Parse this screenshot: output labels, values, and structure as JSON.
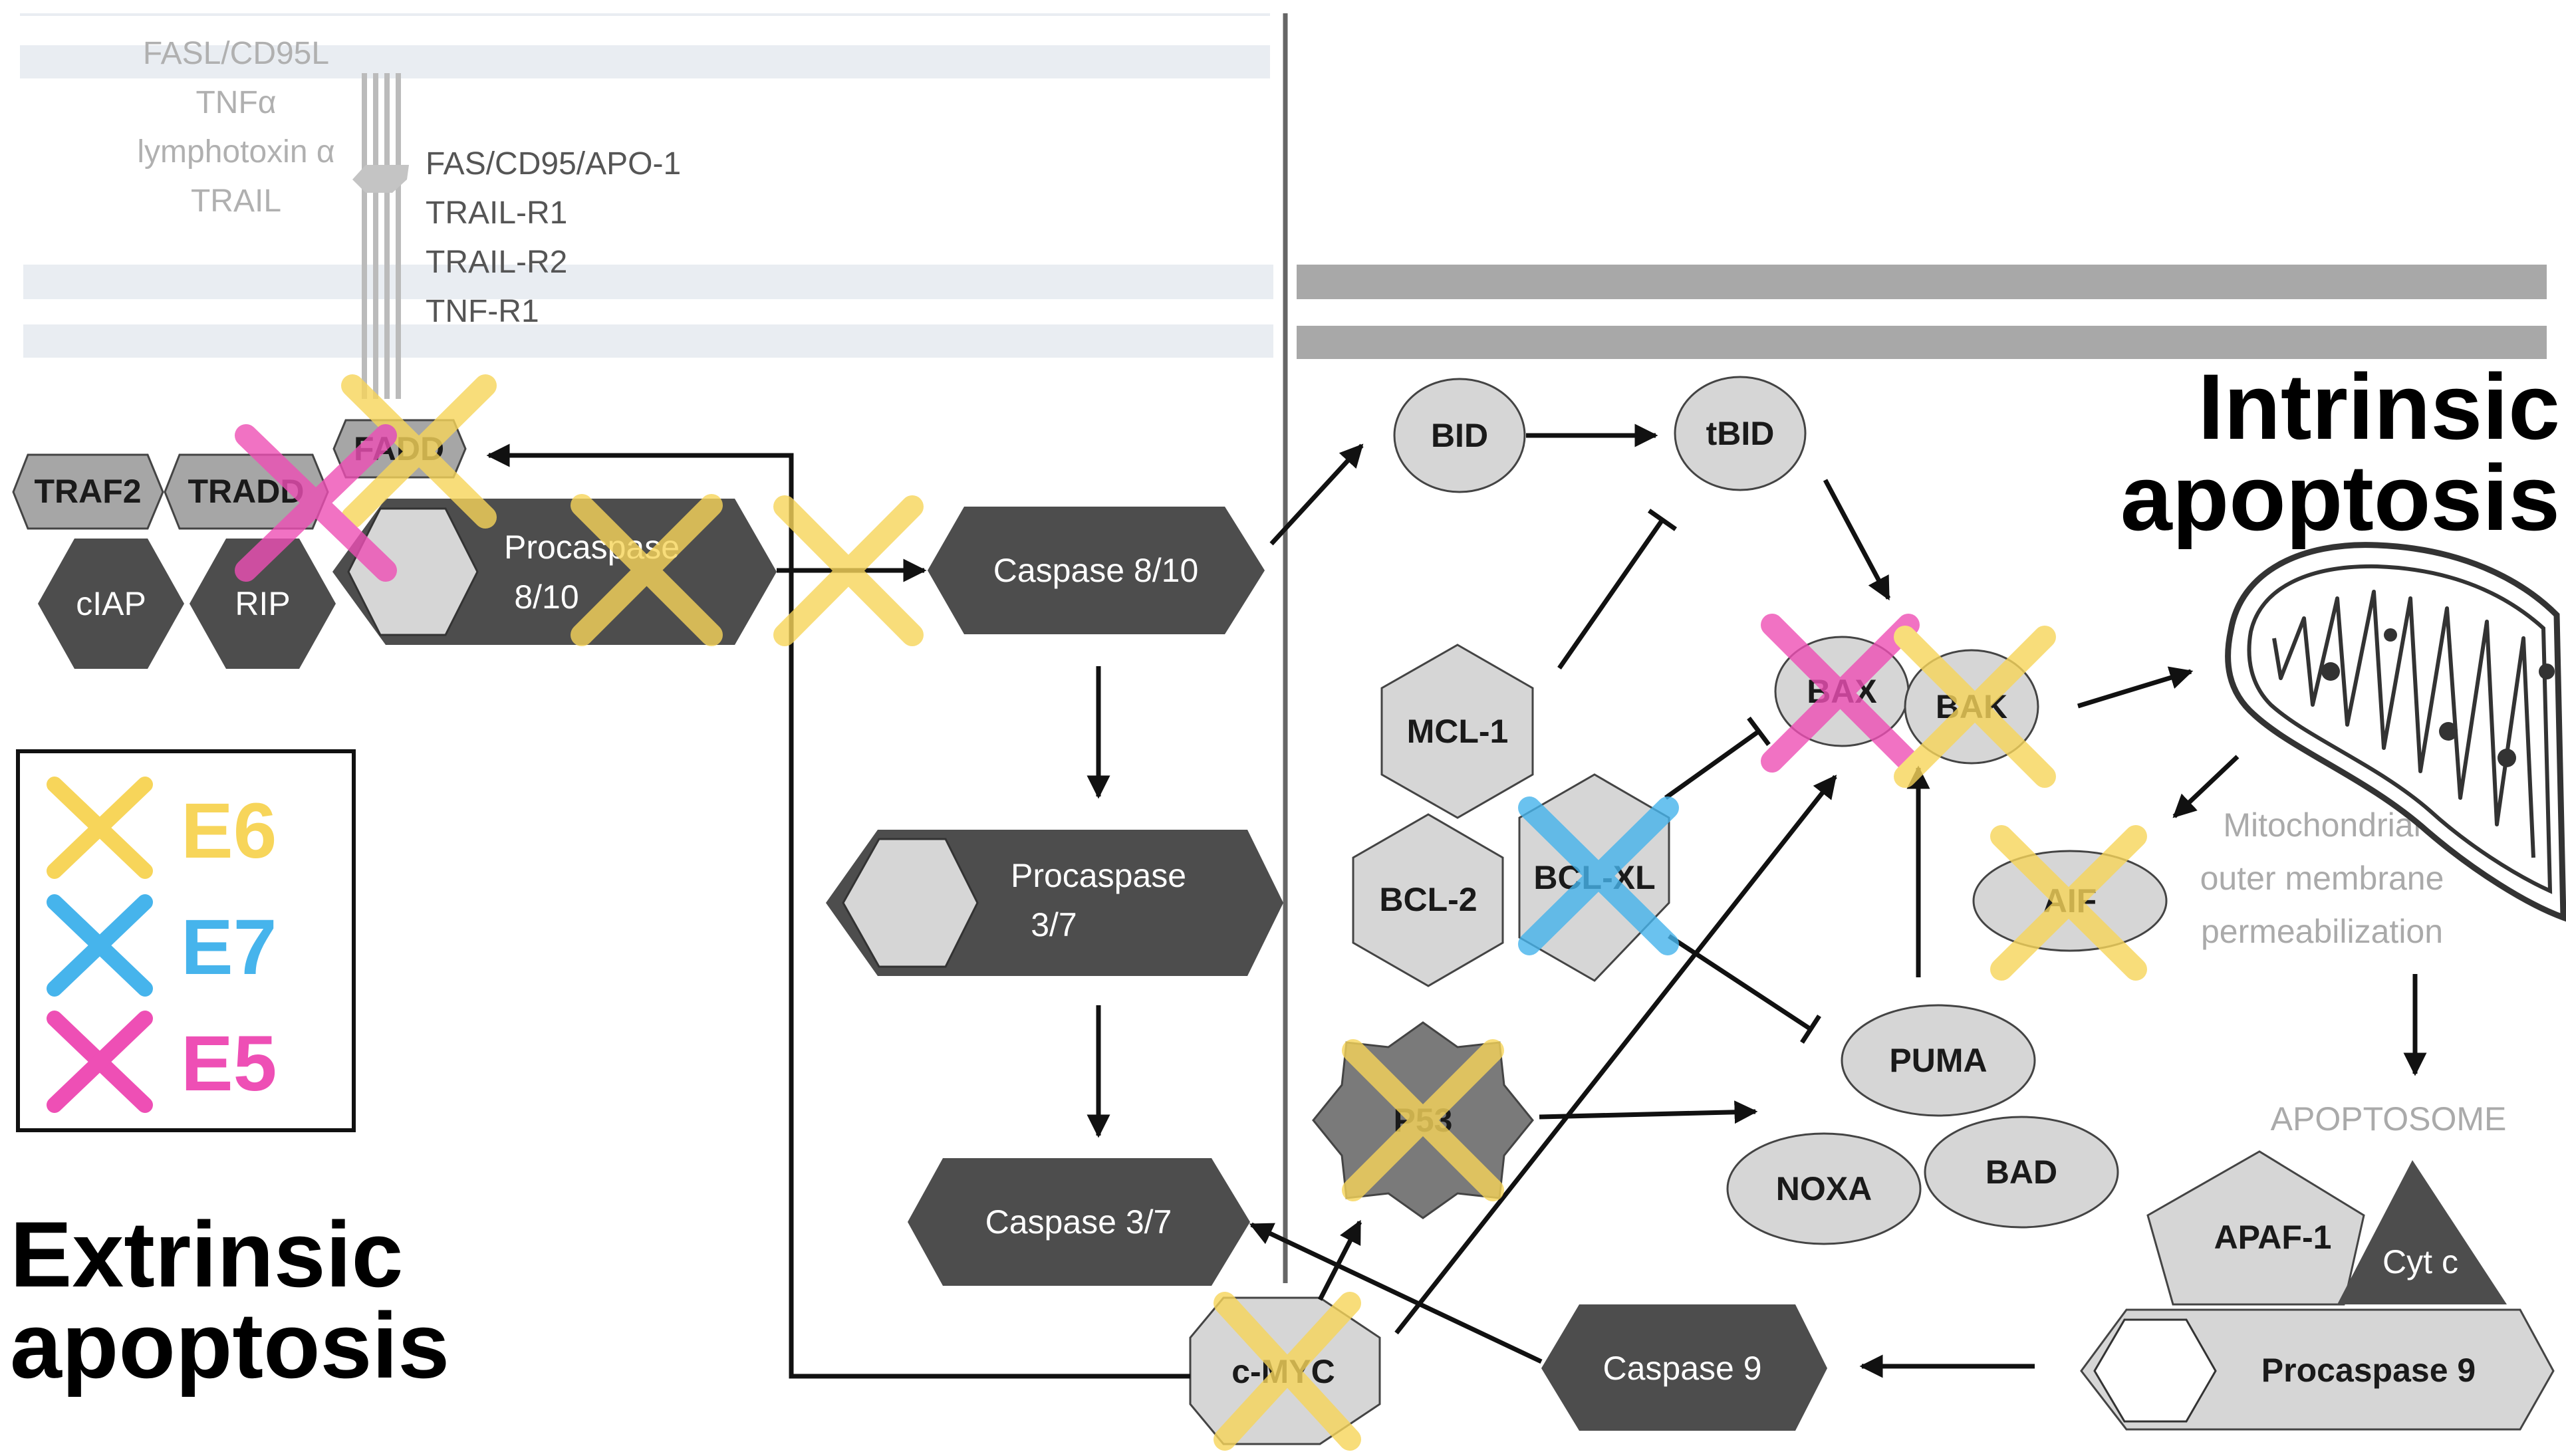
{
  "titles": {
    "extrinsic_line1": "Extrinsic",
    "extrinsic_line2": "apoptosis",
    "intrinsic_line1": "Intrinsic",
    "intrinsic_line2": "apoptosis"
  },
  "ligands": [
    "FASL/CD95L",
    "TNFα",
    "lymphotoxin α",
    "TRAIL"
  ],
  "receptors": [
    "FAS/CD95/APO-1",
    "TRAIL-R1",
    "TRAIL-R2",
    "TNF-R1"
  ],
  "nodes": {
    "fadd": "FADD",
    "traf2": "TRAF2",
    "tradd": "TRADD",
    "ciap": "cIAP",
    "rip": "RIP",
    "procaspase810_l1": "Procaspase",
    "procaspase810_l2": "8/10",
    "caspase810": "Caspase 8/10",
    "procaspase37_l1": "Procaspase",
    "procaspase37_l2": "3/7",
    "caspase37": "Caspase 3/7",
    "cmyc": "c-MYC",
    "p53": "P53",
    "bid": "BID",
    "tbid": "tBID",
    "mcl1": "MCL-1",
    "bcl2": "BCL-2",
    "bclxl": "BCL-XL",
    "bax": "BAX",
    "bak": "BAK",
    "aif": "AIF",
    "puma": "PUMA",
    "noxa": "NOXA",
    "bad": "BAD",
    "caspase9": "Caspase 9",
    "procaspase9": "Procaspase 9",
    "apaf1": "APAF-1",
    "cytc": "Cyt c"
  },
  "momp": [
    "Mitochondrial",
    "outer membrane",
    "permeabilization"
  ],
  "apoptosome": "APOPTOSOME",
  "legend": [
    {
      "label": "E6",
      "color": "#f7d55a"
    },
    {
      "label": "E7",
      "color": "#46b4ec"
    },
    {
      "label": "E5",
      "color": "#ee4fb5"
    }
  ],
  "colors": {
    "dark_node": "#4d4d4d",
    "light_node": "#d6d6d6",
    "receptor_node": "#a6a6a6",
    "membrane_light": "#e9edf2",
    "membrane_dark": "#a8a8a8",
    "e6": "#f7d55a",
    "e7": "#46b4ec",
    "e5": "#ee4fb5"
  }
}
